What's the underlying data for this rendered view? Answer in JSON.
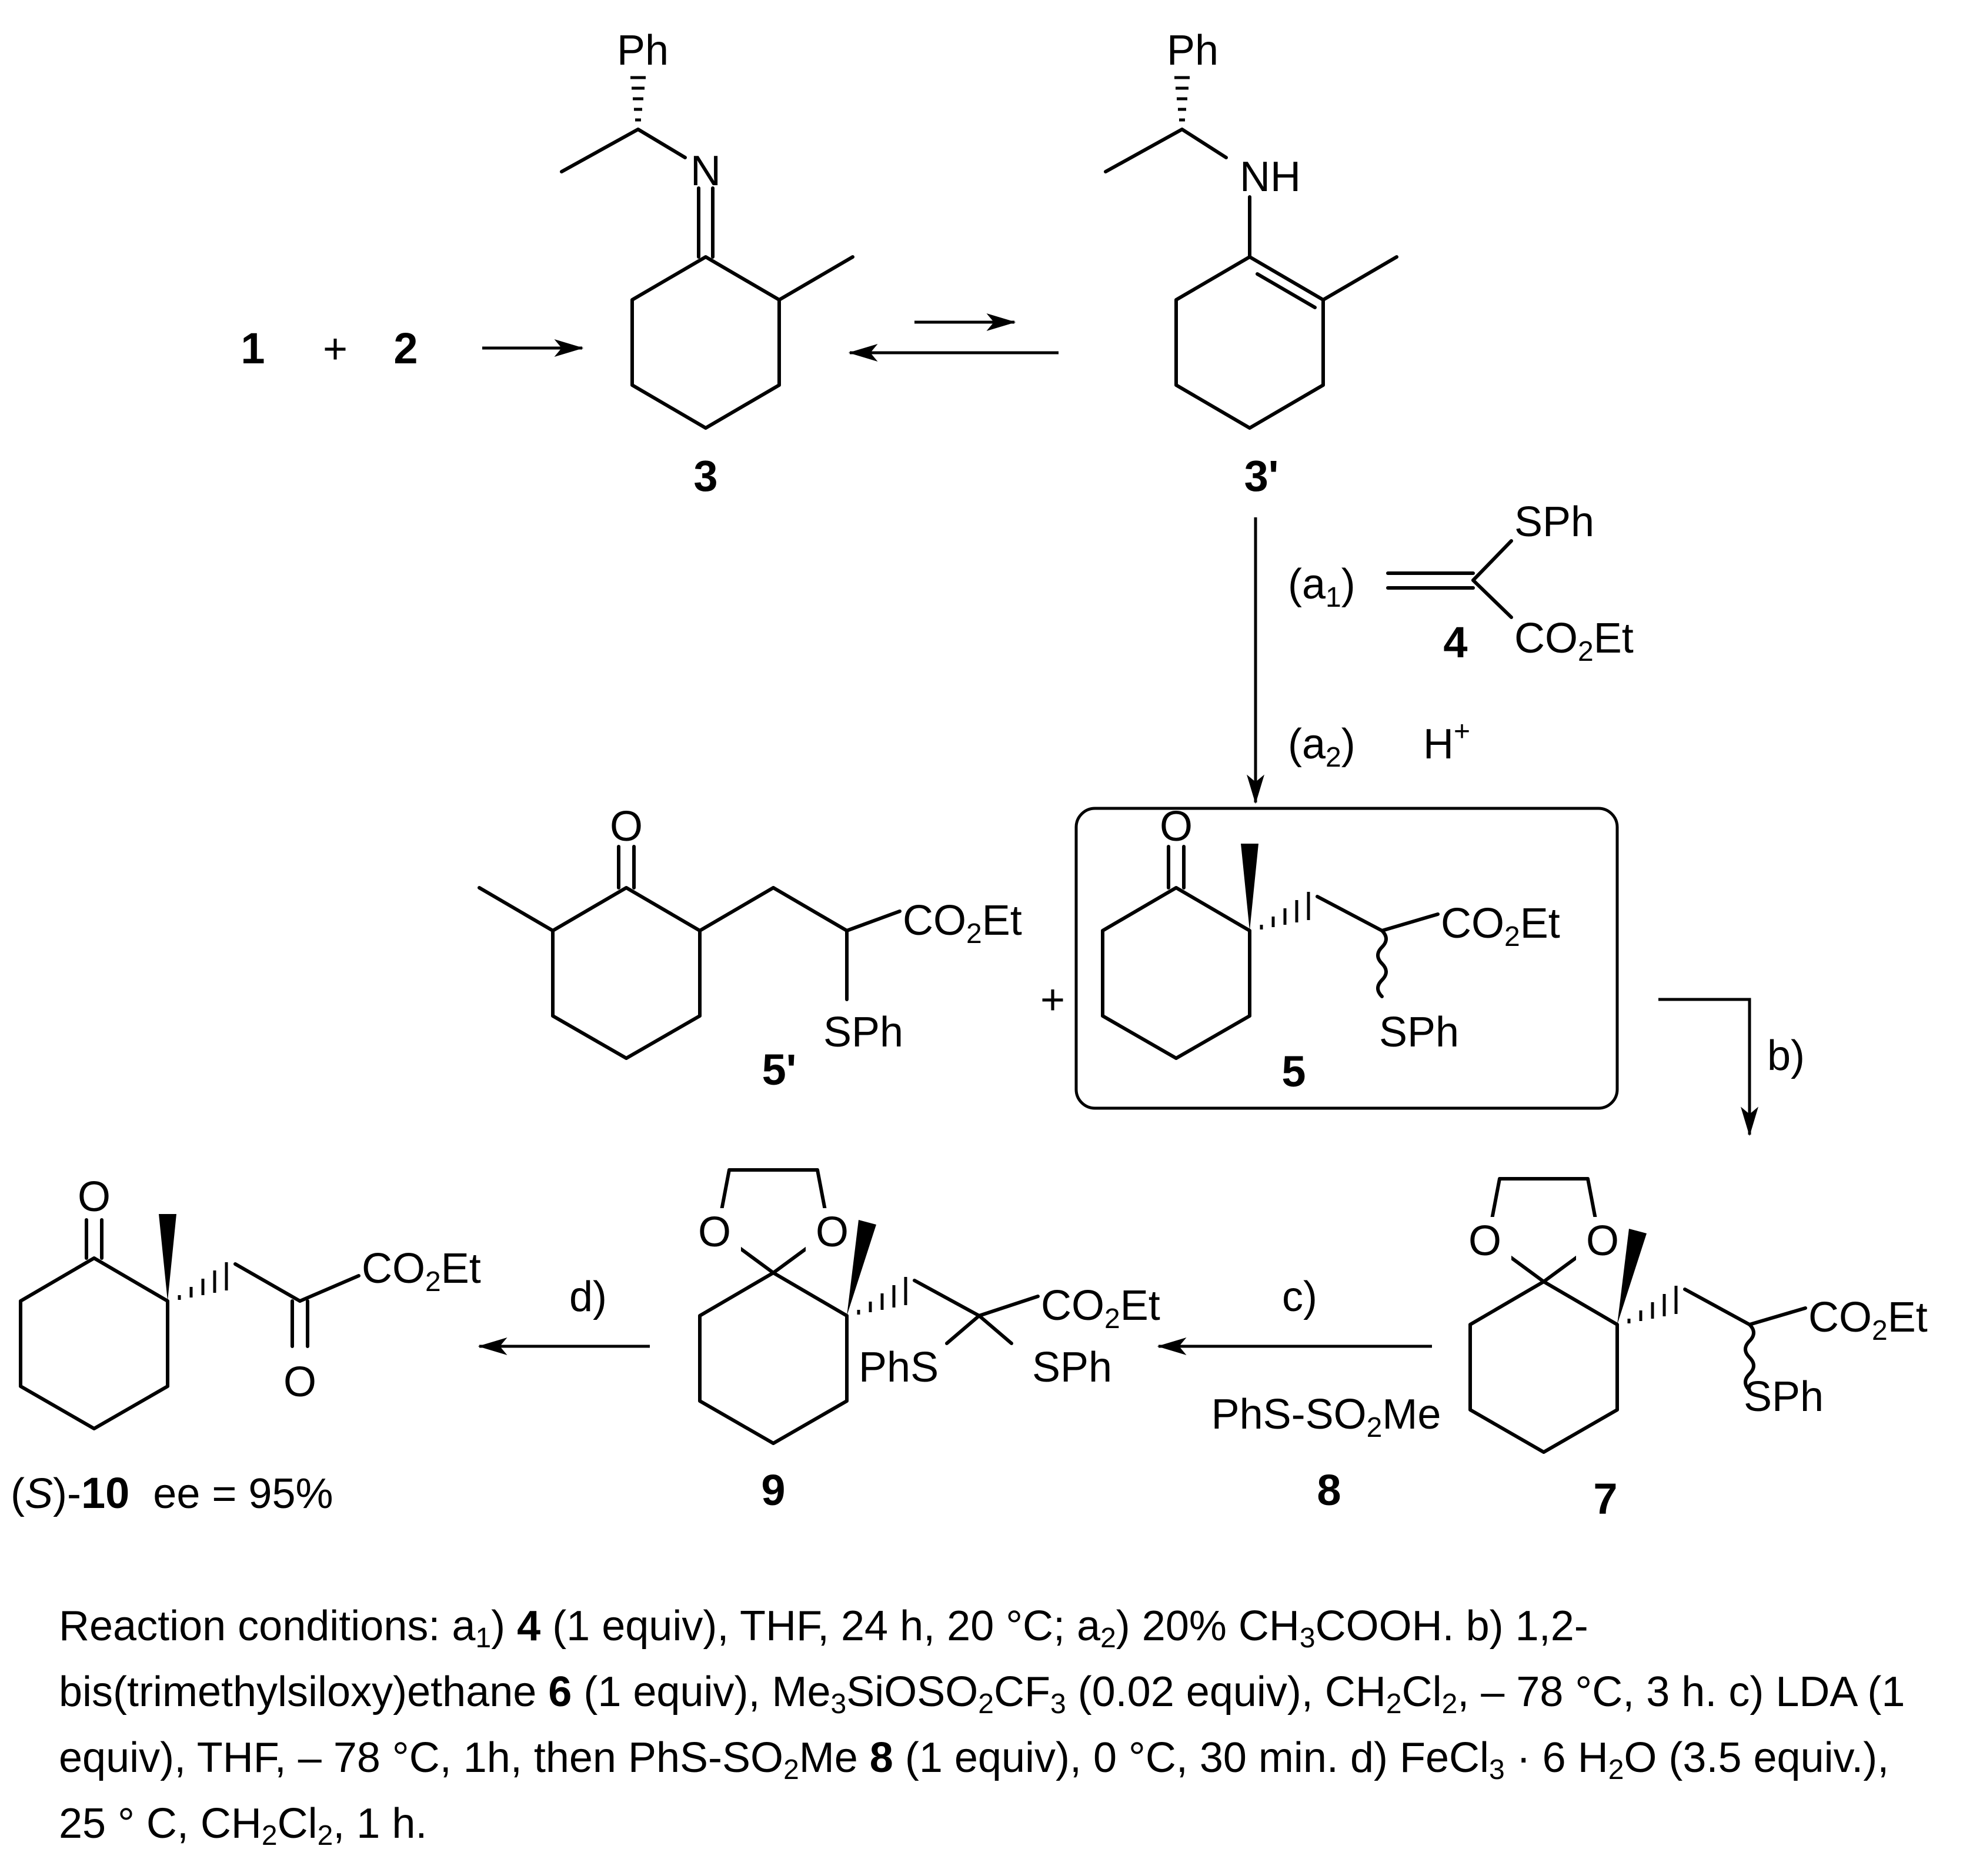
{
  "compounds": {
    "c1": "1",
    "plus": "+",
    "c2": "2",
    "c3": "3",
    "c3p": "3'",
    "c4": "4",
    "c5p": "5'",
    "c5": "5",
    "c7": "7",
    "c8": "8",
    "c9": "9",
    "c10": "10"
  },
  "labels": {
    "ph": "Ph",
    "n": "N",
    "nh": "NH",
    "sph": "SPh",
    "phs": "PhS",
    "o": "O",
    "co2et": [
      "CO",
      "2",
      "Et"
    ],
    "a1": [
      "(a",
      "1",
      ")"
    ],
    "a2": [
      "(a",
      "2",
      ")"
    ],
    "hplus": [
      "H",
      "+"
    ],
    "b": "b)",
    "c": "c)",
    "d": "d)",
    "reagent8": [
      "PhS-SO",
      "2",
      "Me"
    ],
    "product_prefix": [
      "(",
      "S",
      ")-"
    ],
    "ee": "ee = 95%"
  },
  "conditions": {
    "intro": "Reaction conditions: ",
    "a1_label": [
      "a",
      "1",
      ")"
    ],
    "a1_cmpd": "4",
    "a1_text": " (1 equiv), THF, 24 h, 20 °C; ",
    "a2_label": [
      "a",
      "2",
      ")"
    ],
    "a2_text": [
      "20% CH",
      "3",
      "COOH."
    ],
    "b_text": [
      " b) 1,2-bis(trimethylsiloxy)ethane "
    ],
    "b_cmpd": "6",
    "b_text2": [
      " (1 equiv), Me",
      "3",
      "SiOSO",
      "2",
      "CF",
      "3",
      " (0.02 equiv), CH",
      "2",
      "Cl",
      "2",
      ", – 78 °C, 3 h."
    ],
    "c_text": [
      " c) LDA (1 equiv), THF, – 78 °C, 1h, then PhS-SO",
      "2",
      "Me "
    ],
    "c_cmpd": "8",
    "c_text2": " (1 equiv), 0 °C, 30 min.",
    "d_text": [
      " d) FeCl",
      "3",
      " · 6 H",
      "2",
      "O (3.5 equiv.), 25 ° C, CH",
      "2",
      "Cl",
      "2",
      ", 1 h."
    ]
  }
}
